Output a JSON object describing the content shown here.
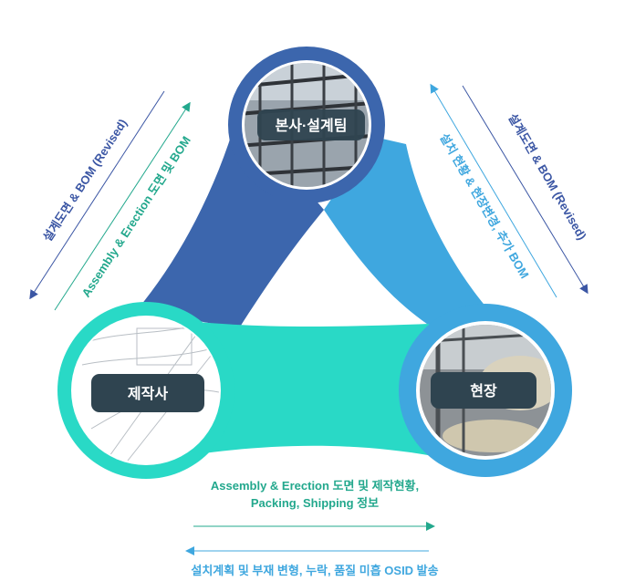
{
  "nodes": {
    "hq": {
      "label": "본사·설계팀"
    },
    "fabricator": {
      "label": "제작사"
    },
    "site": {
      "label": "현장"
    }
  },
  "flows": {
    "hq_to_fab_outer": "설계도면 & BOM (Revised)",
    "fab_to_hq_inner": "Assembly & Erection 도면 및 BOM",
    "site_to_hq_inner": "설치 현황 & 현장변경, 추가 BOM",
    "hq_to_site_outer": "설계도면 & BOM (Revised)",
    "fab_to_site_line1": "Assembly & Erection 도면 및 제작현황,",
    "fab_to_site_line2": "Packing, Shipping 정보",
    "site_to_fab": "설치계획 및 부재 변형, 누락, 품질 미흡 OSID  발송"
  },
  "colors": {
    "hq_blue": "#3c66ad",
    "site_blue": "#3fa7df",
    "fab_teal": "#29d9c6",
    "label_box": "#2f4450",
    "text_navy": "#3b56a4",
    "text_teal": "#23a88d",
    "text_sky": "#3fa7df"
  }
}
